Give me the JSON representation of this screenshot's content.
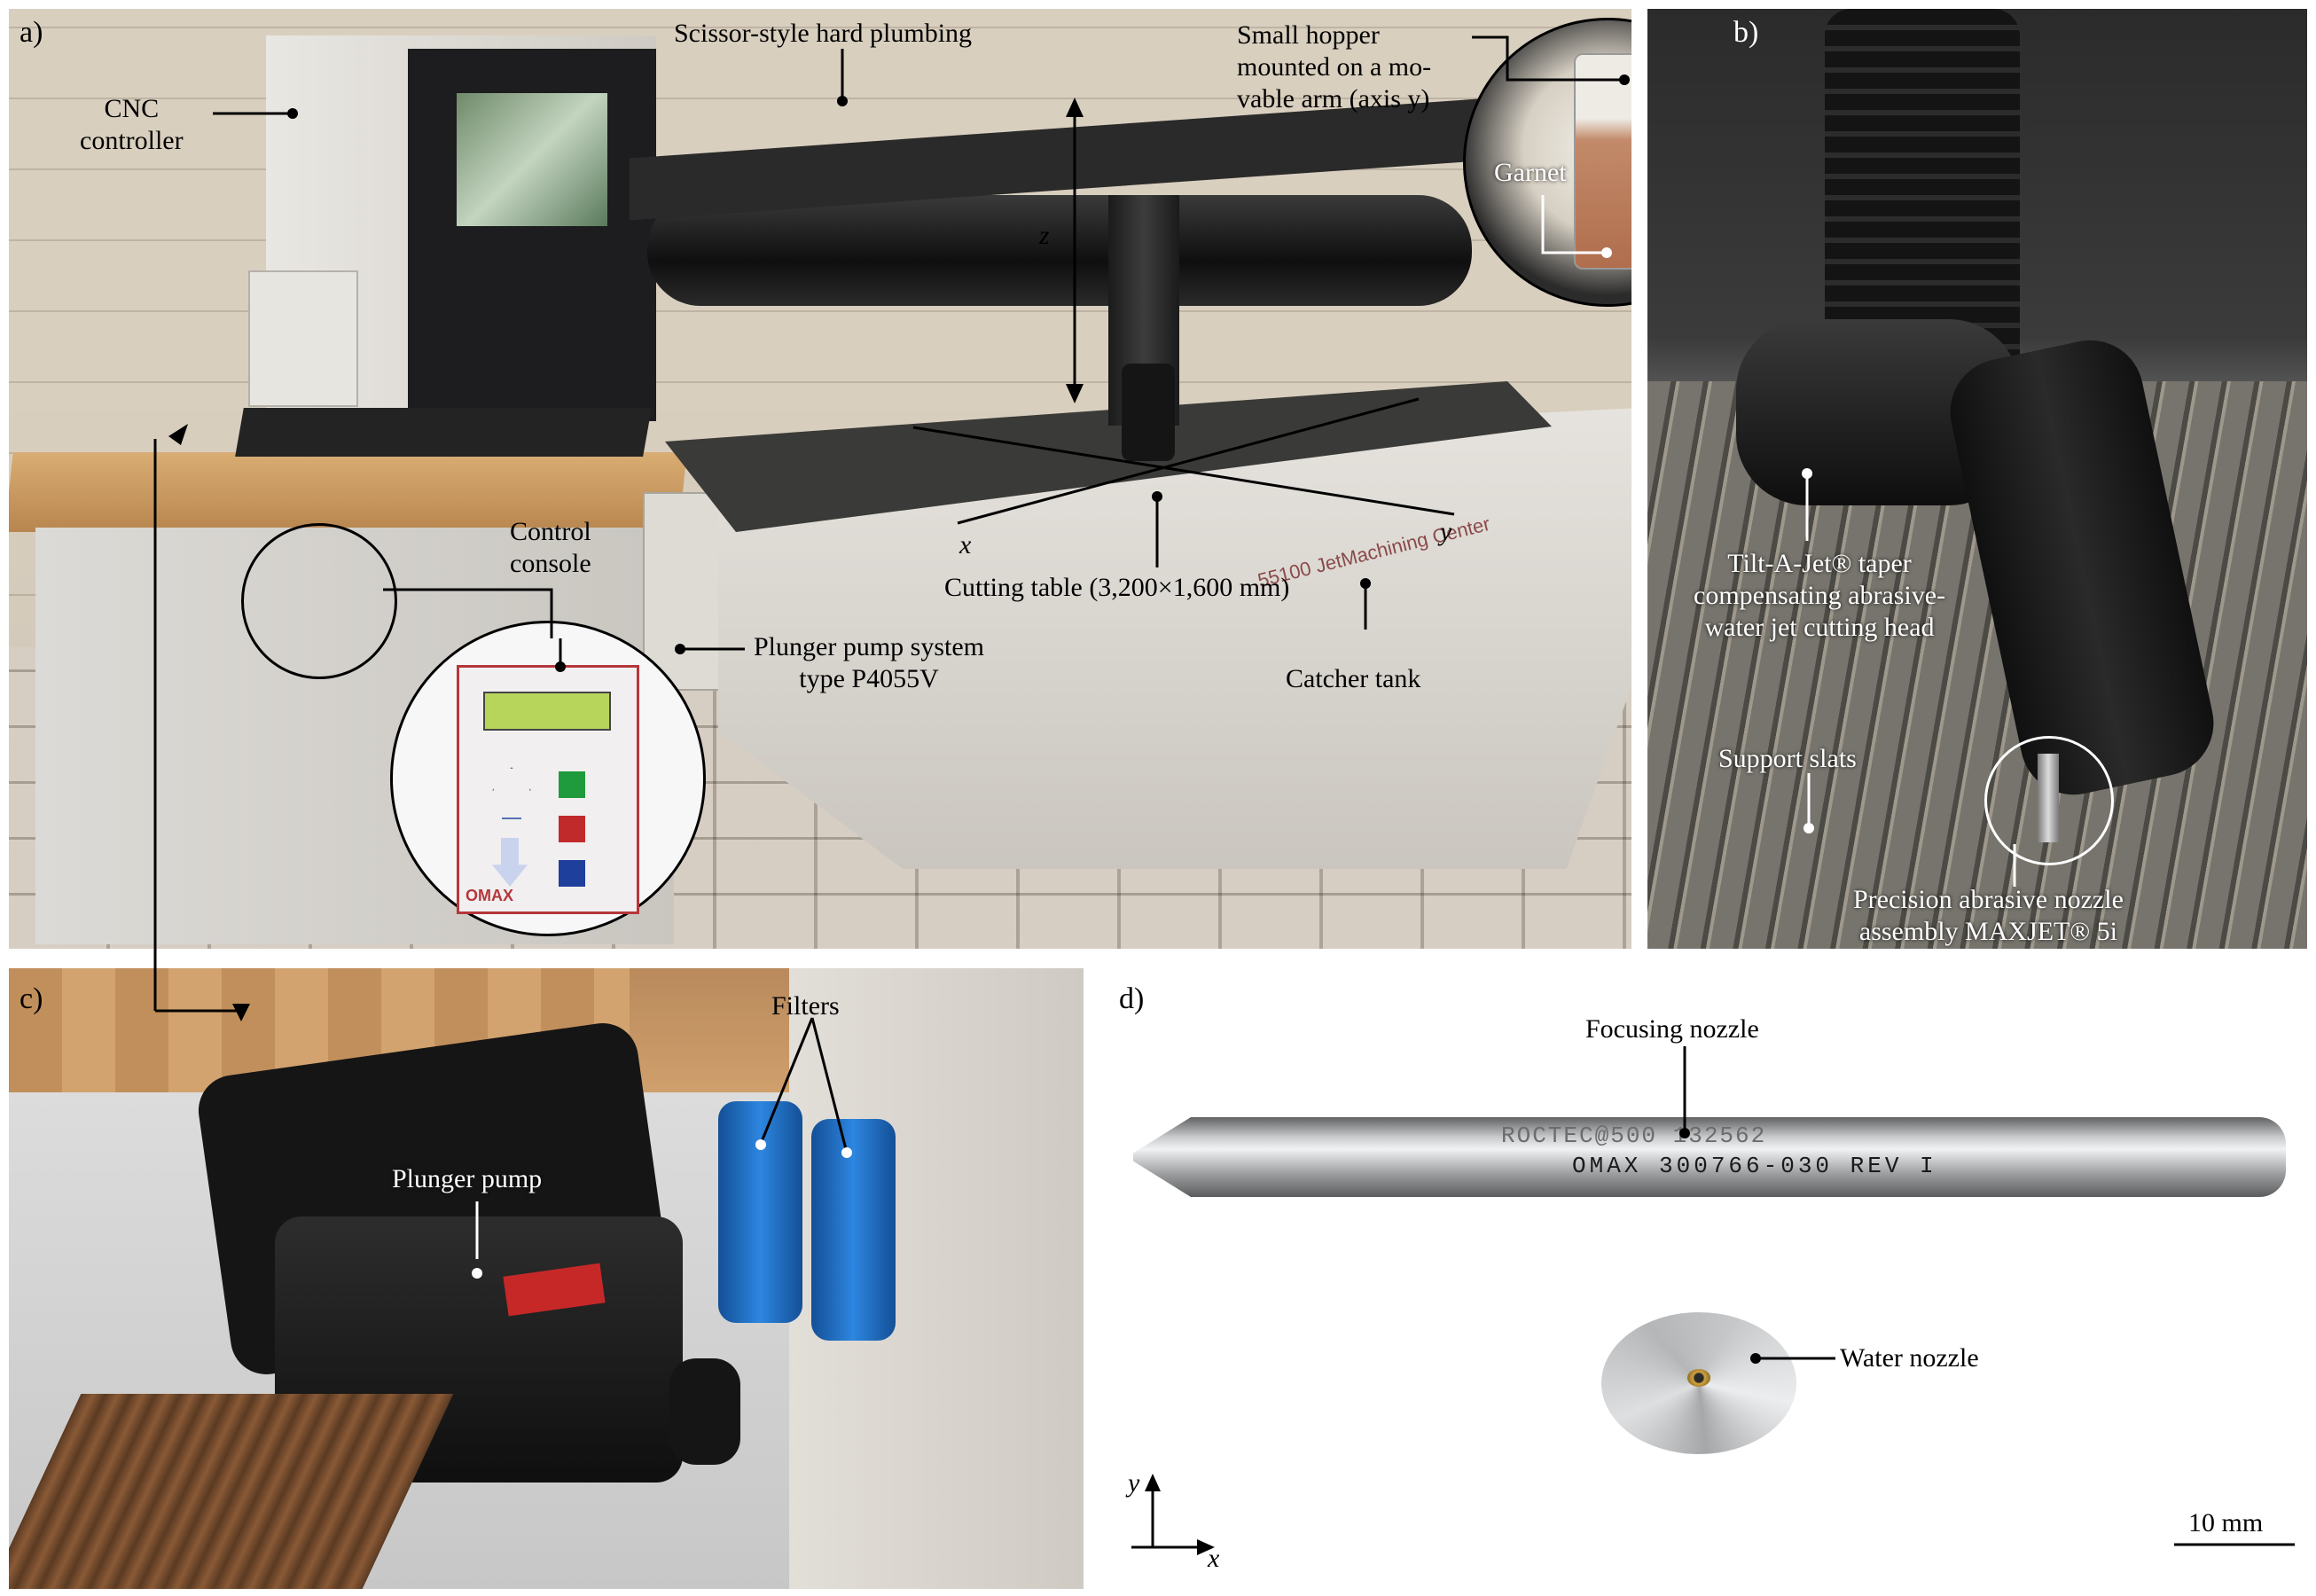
{
  "panels": {
    "a": {
      "letter": "a)",
      "labels": {
        "cnc_controller": "CNC\ncontroller",
        "scissor_plumbing": "Scissor-style hard plumbing",
        "small_hopper": "Small hopper\nmounted on a mo-\nvable arm (axis y)",
        "garnet": "Garnet",
        "control_console": "Control\nconsole",
        "plunger_pump_system": "Plunger pump system\ntype P4055V",
        "cutting_table": "Cutting table (3,200×1,600 mm)",
        "catcher_tank": "Catcher tank",
        "axis_x": "x",
        "axis_y": "y",
        "axis_z": "z"
      },
      "console": {
        "brand": "OMAX"
      },
      "machine_model": "55100 JetMachining Center",
      "brand": "OMAX"
    },
    "b": {
      "letter": "b)",
      "labels": {
        "cutting_head": "Tilt-A-Jet® taper\ncompensating abrasive-\nwater jet cutting head",
        "support_slats": "Support slats",
        "nozzle_assembly": "Precision abrasive nozzle\nassembly MAXJET® 5i"
      }
    },
    "c": {
      "letter": "c)",
      "labels": {
        "filters": "Filters",
        "plunger_pump": "Plunger pump"
      }
    },
    "d": {
      "letter": "d)",
      "labels": {
        "focusing_nozzle": "Focusing nozzle",
        "water_nozzle": "Water nozzle",
        "axis_x": "x",
        "axis_y": "y",
        "scale_bar": "10 mm"
      },
      "nozzle_engraving": {
        "line1": "ROCTEC@500  132562",
        "line2": "OMAX  300766-030  REV  I"
      }
    }
  },
  "colors": {
    "machine_body": "#d9d6d0",
    "machine_black": "#1b1b1b",
    "wood": "#c99a63",
    "filter_blue": "#1f6fc8",
    "steel": "#a9abad"
  }
}
